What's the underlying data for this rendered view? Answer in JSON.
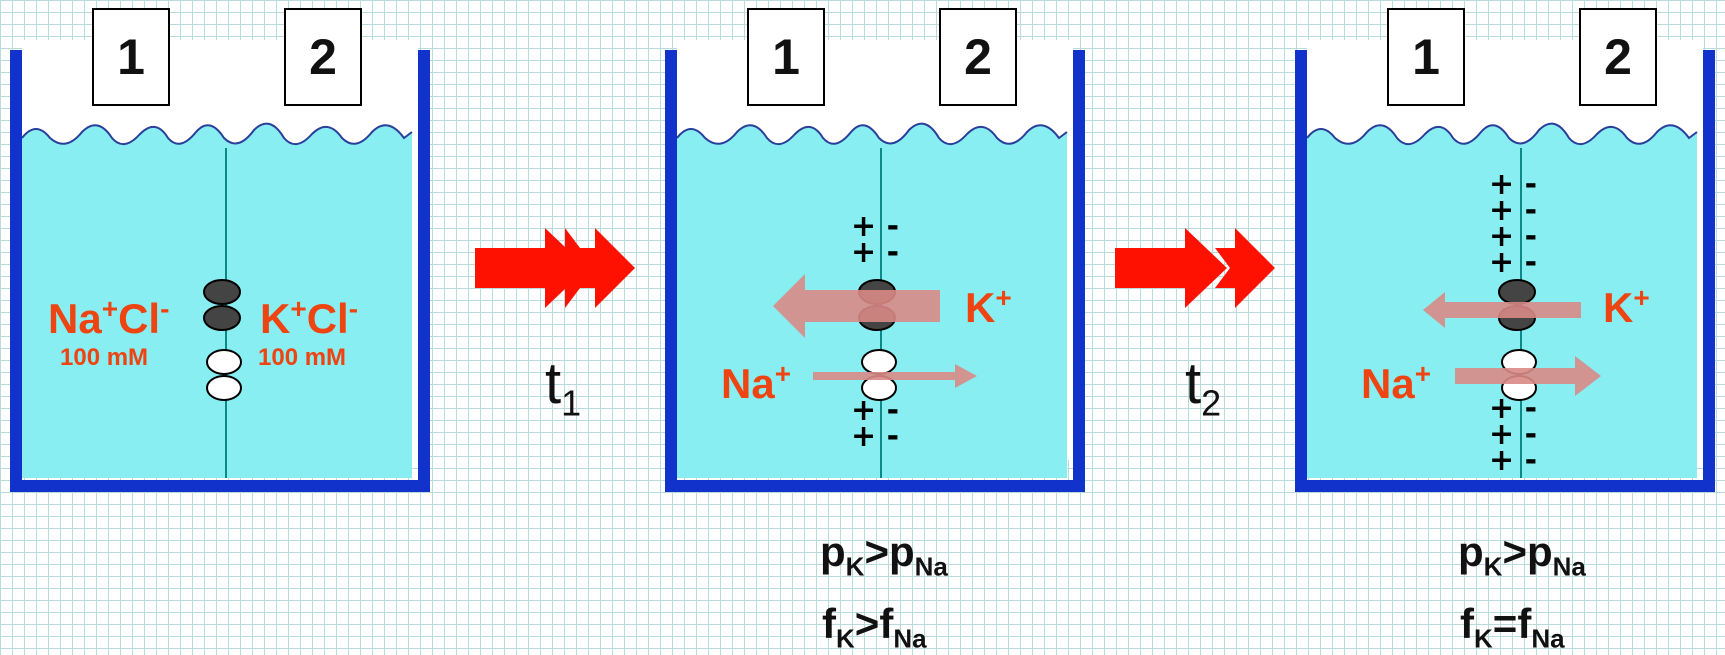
{
  "panels": [
    {
      "compartment_1": "1",
      "compartment_2": "2",
      "left_ion_a": "Na",
      "left_ion_a_sup": "+",
      "left_ion_b": "Cl",
      "left_ion_b_sup": "-",
      "left_conc": "100 mM",
      "right_ion_a": "K",
      "right_ion_a_sup": "+",
      "right_ion_b": "Cl",
      "right_ion_b_sup": "-",
      "right_conc": "100 mM"
    },
    {
      "compartment_1": "1",
      "compartment_2": "2",
      "na_label": "Na",
      "na_sup": "+",
      "k_label": "K",
      "k_sup": "+",
      "charge_plus": "+",
      "charge_minus": "-",
      "formula_1_a": "p",
      "formula_1_a_sub": "K",
      "formula_1_op": ">",
      "formula_1_b": "p",
      "formula_1_b_sub": "Na",
      "formula_2_a": "f",
      "formula_2_a_sub": "K",
      "formula_2_op": ">",
      "formula_2_b": "f",
      "formula_2_b_sub": "Na"
    },
    {
      "compartment_1": "1",
      "compartment_2": "2",
      "na_label": "Na",
      "na_sup": "+",
      "k_label": "K",
      "k_sup": "+",
      "charge_plus": "+",
      "charge_minus": "-",
      "formula_1_a": "p",
      "formula_1_a_sub": "K",
      "formula_1_op": ">",
      "formula_1_b": "p",
      "formula_1_b_sub": "Na",
      "formula_2_a": "f",
      "formula_2_a_sub": "K",
      "formula_2_op": "=",
      "formula_2_b": "f",
      "formula_2_b_sub": "Na"
    }
  ],
  "transitions": [
    {
      "label": "t",
      "sub": "1"
    },
    {
      "label": "t",
      "sub": "2"
    }
  ],
  "colors": {
    "water": "#88eef2",
    "beaker": "#1133cc",
    "ion_text": "#ee4411",
    "big_arrow": "#ff1100",
    "flux_arrow": "#d98a86",
    "grid": "#b9dada"
  }
}
